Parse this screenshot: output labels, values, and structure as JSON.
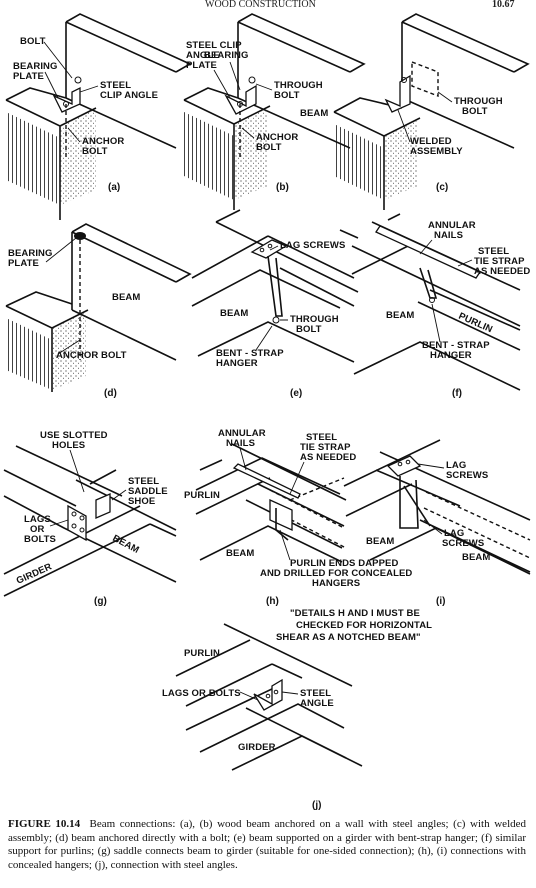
{
  "header": {
    "running_title": "WOOD CONSTRUCTION",
    "page_number": "10.67"
  },
  "panels": {
    "a": {
      "tag": "(a)",
      "labels": [
        "BOLT",
        "BEARING",
        "PLATE",
        "STEEL",
        "CLIP ANGLE",
        "ANCHOR",
        "BOLT"
      ]
    },
    "b": {
      "tag": "(b)",
      "labels": [
        "STEEL CLIP",
        "ANGLE",
        "BEARING",
        "PLATE",
        "THROUGH",
        "BOLT",
        "BEAM",
        "ANCHOR",
        "BOLT"
      ]
    },
    "c": {
      "tag": "(c)",
      "labels": [
        "THROUGH",
        "BOLT",
        "WELDED",
        "ASSEMBLY"
      ]
    },
    "d": {
      "tag": "(d)",
      "labels": [
        "BEARING",
        "PLATE",
        "BEAM",
        "ANCHOR BOLT"
      ]
    },
    "e": {
      "tag": "(e)",
      "labels": [
        "LAG SCREWS",
        "BEAM",
        "THROUGH",
        "BOLT",
        "BENT - STRAP",
        "HANGER"
      ]
    },
    "f": {
      "tag": "(f)",
      "labels": [
        "ANNULAR",
        "NAILS",
        "STEEL",
        "TIE STRAP",
        "AS NEEDED",
        "BEAM",
        "PURLIN",
        "BENT - STRAP",
        "HANGER"
      ]
    },
    "g": {
      "tag": "(g)",
      "labels": [
        "USE SLOTTED",
        "HOLES",
        "STEEL",
        "SADDLE",
        "SHOE",
        "LAGS",
        "OR",
        "BOLTS",
        "BEAM",
        "GIRDER"
      ]
    },
    "h": {
      "tag": "(h)",
      "labels": [
        "ANNULAR",
        "NAILS",
        "STEEL",
        "TIE STRAP",
        "AS NEEDED",
        "PURLIN",
        "BEAM",
        "PURLIN ENDS DAPPED",
        "AND DRILLED FOR CONCEALED",
        "HANGERS"
      ]
    },
    "i": {
      "tag": "(i)",
      "labels": [
        "LAG",
        "SCREWS",
        "LAG",
        "SCREWS",
        "BEAM",
        "BEAM"
      ]
    },
    "j": {
      "tag": "(j)",
      "labels": [
        "PURLIN",
        "LAGS OR BOLTS",
        "STEEL",
        "ANGLE",
        "GIRDER"
      ]
    }
  },
  "note": {
    "line1": "\"DETAILS H AND I MUST BE",
    "line2": "CHECKED FOR HORIZONTAL",
    "line3": "SHEAR AS A NOTCHED BEAM\""
  },
  "caption": {
    "figure": "FIGURE 10.14",
    "text": "Beam connections: (a), (b) wood beam anchored on a wall with steel angles; (c) with welded assembly; (d) beam anchored directly with a bolt; (e) beam supported on a girder with bent-strap hanger; (f) similar support for purlins; (g) saddle connects beam to girder (suitable for one-sided connection); (h), (i) connections with concealed hangers; (j), connection with steel angles."
  }
}
